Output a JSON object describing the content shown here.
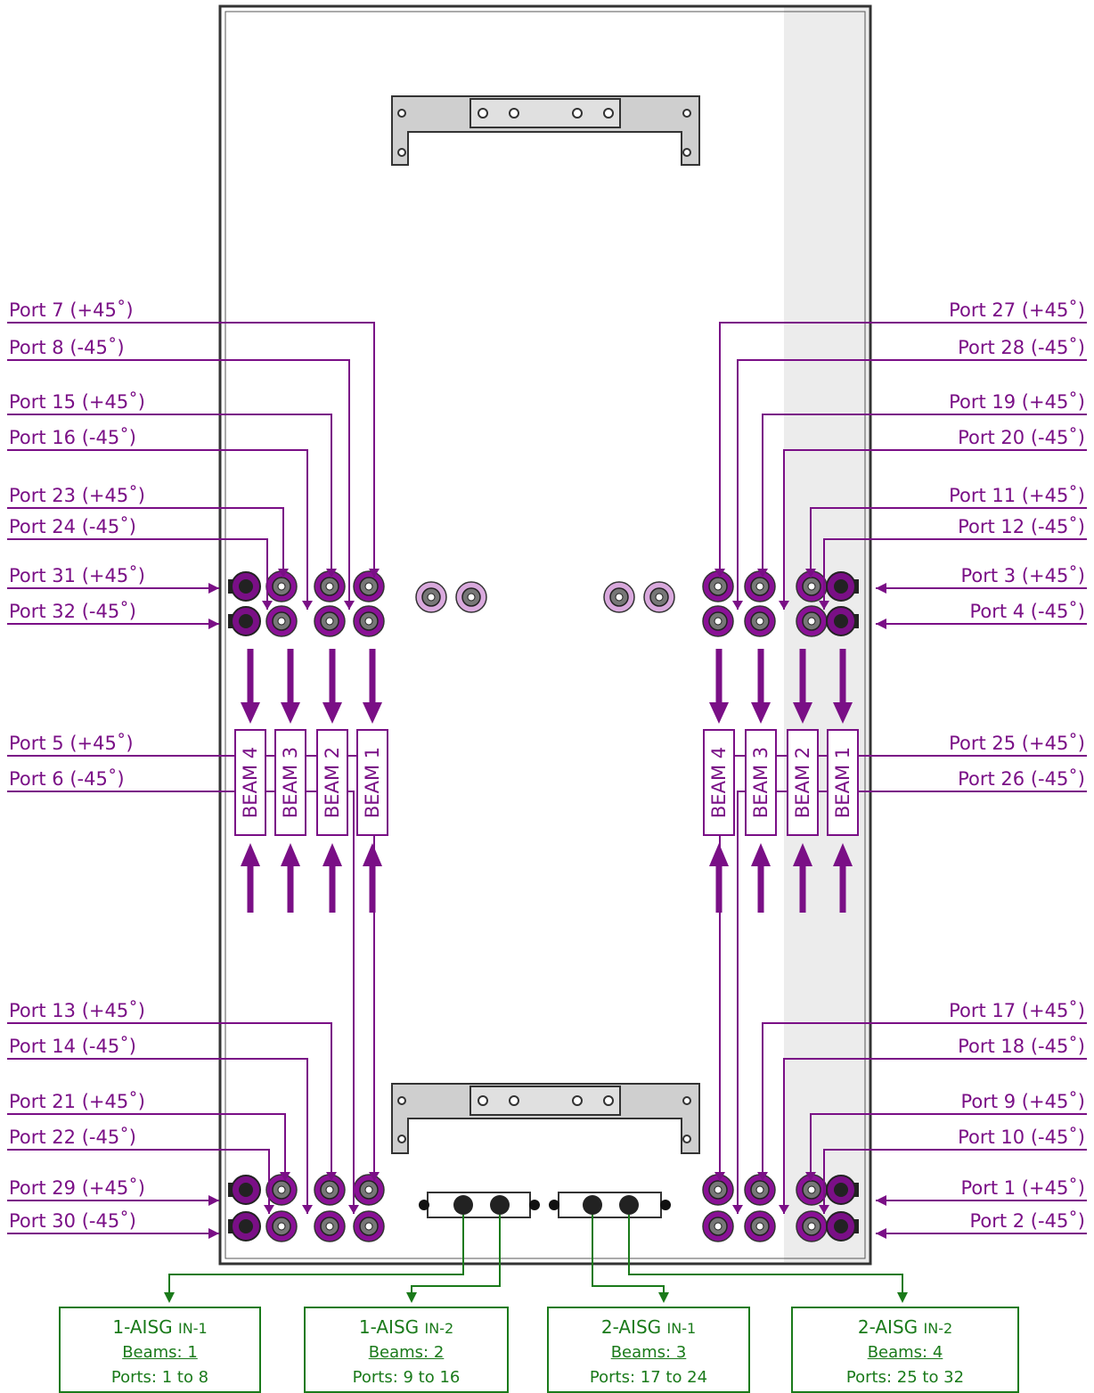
{
  "left_top_ports": [
    "Port  7 (+45˚)",
    "Port  8 (-45˚)",
    "Port 15 (+45˚)",
    "Port 16 (-45˚)",
    "Port 23 (+45˚)",
    "Port 24 (-45˚)",
    "Port 31 (+45˚)",
    "Port 32 (-45˚)"
  ],
  "right_top_ports": [
    "Port 27 (+45˚)",
    "Port 28 (-45˚)",
    "Port 19 (+45˚)",
    "Port 20 (-45˚)",
    "Port 11 (+45˚)",
    "Port 12 (-45˚)",
    "Port  3 (+45˚)",
    "Port  4 (-45˚)"
  ],
  "left_bottom_ports": [
    "Port  5 (+45˚)",
    "Port  6 (-45˚)",
    "Port 13 (+45˚)",
    "Port 14 (-45˚)",
    "Port 21 (+45˚)",
    "Port 22 (-45˚)",
    "Port 29 (+45˚)",
    "Port 30 (-45˚)"
  ],
  "right_bottom_ports": [
    "Port 25 (+45˚)",
    "Port 26 (-45˚)",
    "Port 17 (+45˚)",
    "Port 18 (-45˚)",
    "Port  9 (+45˚)",
    "Port 10 (-45˚)",
    "Port  1 (+45˚)",
    "Port  2 (-45˚)"
  ],
  "beams_left": [
    "BEAM 4",
    "BEAM 3",
    "BEAM 2",
    "BEAM 1"
  ],
  "beams_right": [
    "BEAM 4",
    "BEAM 3",
    "BEAM 2",
    "BEAM 1"
  ],
  "aisg_boxes": [
    {
      "name_main": "1-AISG",
      "name_sub": "IN-1",
      "beams": "Beams: 1",
      "ports": "Ports: 1 to 8"
    },
    {
      "name_main": "1-AISG",
      "name_sub": "IN-2",
      "beams": "Beams: 2",
      "ports": "Ports: 9 to 16"
    },
    {
      "name_main": "2-AISG",
      "name_sub": "IN-1",
      "beams": "Beams: 3",
      "ports": "Ports: 17 to 24"
    },
    {
      "name_main": "2-AISG",
      "name_sub": "IN-2",
      "beams": "Beams: 4",
      "ports": "Ports: 25 to 32"
    }
  ],
  "colors": {
    "port": "#7a0f86",
    "aisg": "#1a7a1a",
    "frame": "#333333"
  }
}
